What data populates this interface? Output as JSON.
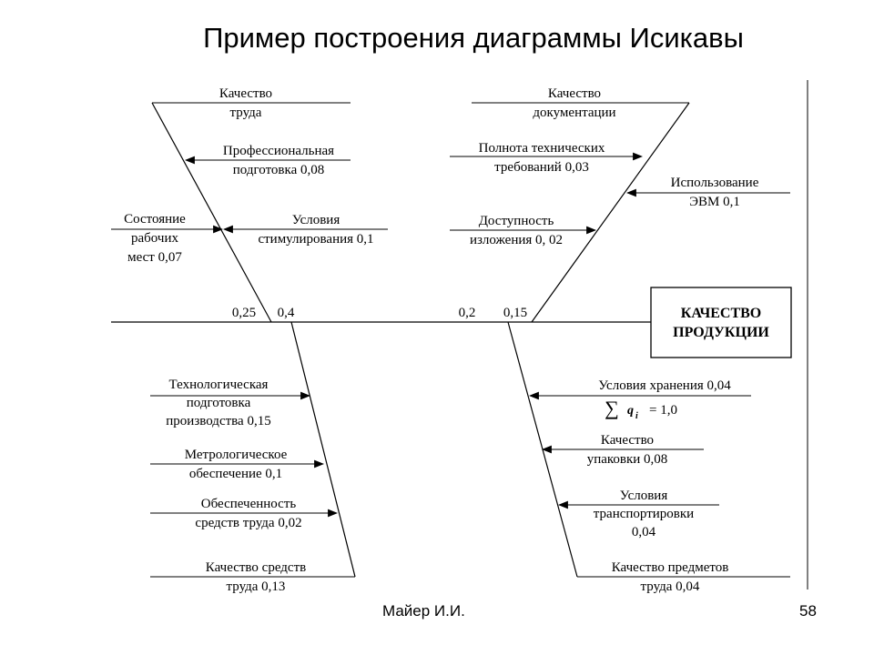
{
  "title": "Пример построения диаграммы Исикавы",
  "effect": {
    "line1": "КАЧЕСТВО",
    "line2": "ПРОДУКЦИИ"
  },
  "top_causes": {
    "labor": {
      "heading": [
        "Качество",
        "труда"
      ],
      "weight": "0,25",
      "items": [
        {
          "lines": [
            "Профессиональная",
            "подготовка 0,08"
          ]
        },
        {
          "lines": [
            "Условия",
            "стимулирования 0,1"
          ]
        },
        {
          "lines": [
            "Состояние",
            "рабочих",
            "мест 0,07"
          ]
        }
      ]
    },
    "documentation": {
      "heading": [
        "Качество",
        "документации"
      ],
      "weight": "0,2",
      "items": [
        {
          "lines": [
            "Полнота технических",
            "требований 0,03"
          ]
        },
        {
          "lines": [
            "Доступность",
            "изложения 0, 02"
          ]
        },
        {
          "lines": [
            "Использование",
            "ЭВМ 0,1"
          ]
        }
      ]
    }
  },
  "bottom_causes": {
    "means": {
      "weight": "0,4",
      "items": [
        {
          "lines": [
            "Технологическая",
            "подготовка",
            "производства 0,15"
          ]
        },
        {
          "lines": [
            "Метрологическое",
            "обеспечение 0,1"
          ]
        },
        {
          "lines": [
            "Обеспеченность",
            "средств труда 0,02"
          ]
        },
        {
          "lines": [
            "Качество средств",
            "труда 0,13"
          ]
        }
      ]
    },
    "objects": {
      "weight": "0,15",
      "items": [
        {
          "lines": [
            "Условия хранения 0,04"
          ]
        },
        {
          "lines": [
            "Качество",
            "упаковки 0,08"
          ]
        },
        {
          "lines": [
            "Условия",
            "транспортировки",
            "0,04"
          ]
        },
        {
          "lines": [
            "Качество предметов",
            "труда 0,04"
          ]
        }
      ]
    }
  },
  "formula": {
    "sigma": "∑",
    "var": "q",
    "sub": "i",
    "rest": "= 1,0"
  },
  "footer": {
    "author": "Майер И.И.",
    "page": "58"
  }
}
